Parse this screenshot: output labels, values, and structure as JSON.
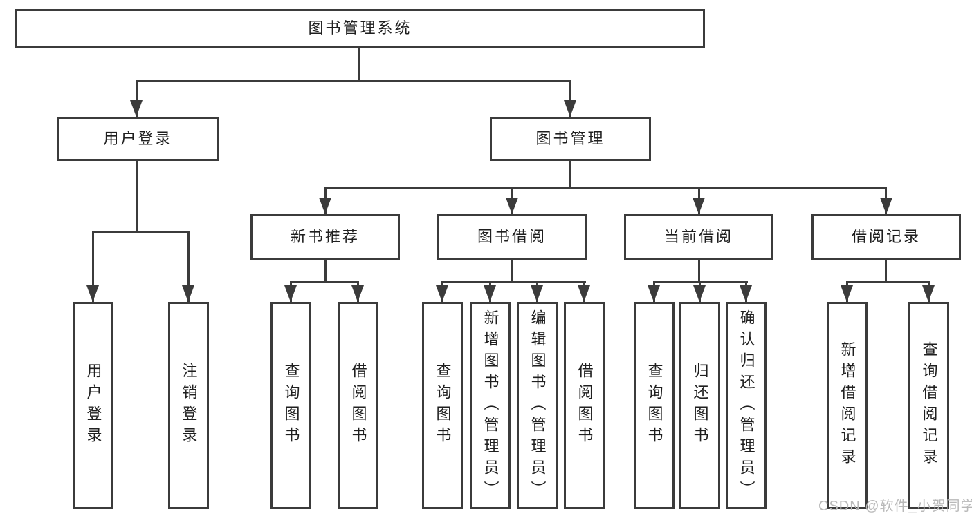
{
  "tree": {
    "root": {
      "label": "图书管理系统"
    },
    "branches": [
      {
        "label": "用户登录",
        "children": [
          {
            "label": "用户登录"
          },
          {
            "label": "注销登录"
          }
        ]
      },
      {
        "label": "图书管理",
        "children": [
          {
            "label": "新书推荐",
            "children": [
              {
                "label": "查询图书"
              },
              {
                "label": "借阅图书"
              }
            ]
          },
          {
            "label": "图书借阅",
            "children": [
              {
                "label": "查询图书"
              },
              {
                "label": "新增图书（管理员）"
              },
              {
                "label": "编辑图书（管理员）"
              },
              {
                "label": "借阅图书"
              }
            ]
          },
          {
            "label": "当前借阅",
            "children": [
              {
                "label": "查询图书"
              },
              {
                "label": "归还图书"
              },
              {
                "label": "确认归还（管理员）"
              }
            ]
          },
          {
            "label": "借阅记录",
            "children": [
              {
                "label": "新增借阅记录"
              },
              {
                "label": "查询借阅记录"
              }
            ]
          }
        ]
      }
    ]
  },
  "watermark": "CSDN @软件_小贺同学",
  "colors": {
    "line": "#3b3b3b",
    "box_border": "#3b3b3b",
    "text": "#1f1f1f",
    "background": "#ffffff",
    "watermark": "#b9b9b9"
  }
}
